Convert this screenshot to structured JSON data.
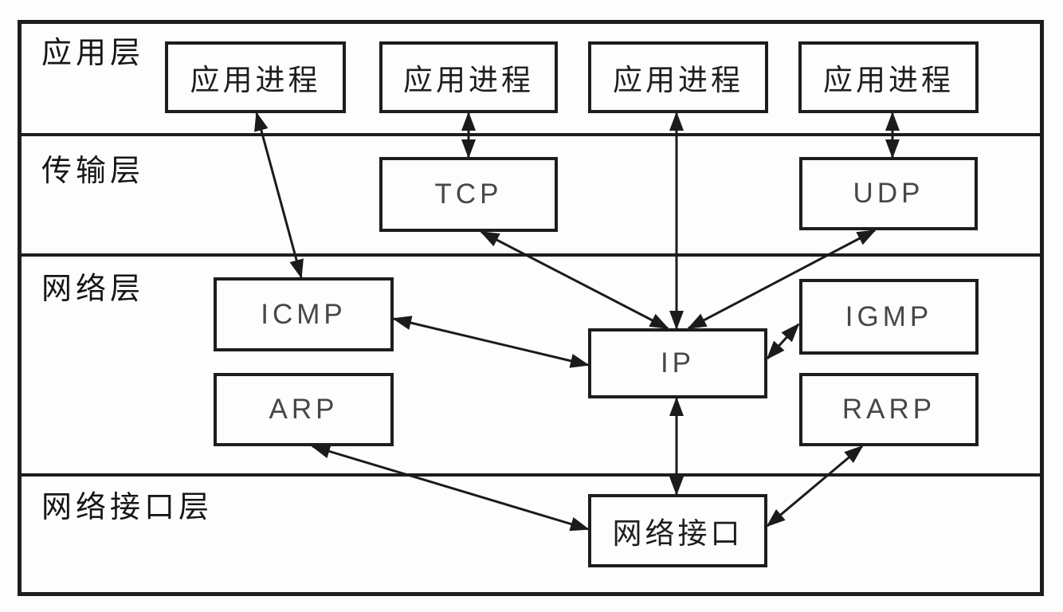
{
  "diagram": {
    "kind": "tcp-ip-protocol-stack",
    "stroke_color": "#1d1d1d",
    "background_color": "#fdfdfd",
    "layers": [
      {
        "id": "application",
        "label": "应用层"
      },
      {
        "id": "transport",
        "label": "传输层"
      },
      {
        "id": "network",
        "label": "网络层"
      },
      {
        "id": "network-interface-layer",
        "label": "网络接口层"
      }
    ],
    "nodes": [
      {
        "id": "app-process-1",
        "label": "应用进程",
        "layer": "application"
      },
      {
        "id": "app-process-2",
        "label": "应用进程",
        "layer": "application"
      },
      {
        "id": "app-process-3",
        "label": "应用进程",
        "layer": "application"
      },
      {
        "id": "app-process-4",
        "label": "应用进程",
        "layer": "application"
      },
      {
        "id": "tcp",
        "label": "TCP",
        "layer": "transport"
      },
      {
        "id": "udp",
        "label": "UDP",
        "layer": "transport"
      },
      {
        "id": "icmp",
        "label": "ICMP",
        "layer": "network"
      },
      {
        "id": "arp",
        "label": "ARP",
        "layer": "network"
      },
      {
        "id": "ip",
        "label": "IP",
        "layer": "network"
      },
      {
        "id": "igmp",
        "label": "IGMP",
        "layer": "network"
      },
      {
        "id": "rarp",
        "label": "RARP",
        "layer": "network"
      },
      {
        "id": "network-interface",
        "label": "网络接口",
        "layer": "network-interface-layer"
      }
    ],
    "edges": [
      {
        "from": "app-process-1",
        "to": "icmp",
        "style": "double-arrow"
      },
      {
        "from": "app-process-2",
        "to": "tcp",
        "style": "double-arrow"
      },
      {
        "from": "app-process-3",
        "to": "ip",
        "style": "double-arrow"
      },
      {
        "from": "app-process-4",
        "to": "udp",
        "style": "double-arrow"
      },
      {
        "from": "tcp",
        "to": "ip",
        "style": "double-arrow"
      },
      {
        "from": "udp",
        "to": "ip",
        "style": "double-arrow"
      },
      {
        "from": "icmp",
        "to": "ip",
        "style": "double-arrow"
      },
      {
        "from": "ip",
        "to": "igmp",
        "style": "double-arrow"
      },
      {
        "from": "ip",
        "to": "network-interface",
        "style": "double-arrow"
      },
      {
        "from": "arp",
        "to": "network-interface",
        "style": "double-arrow"
      },
      {
        "from": "rarp",
        "to": "network-interface",
        "style": "double-arrow"
      }
    ]
  }
}
